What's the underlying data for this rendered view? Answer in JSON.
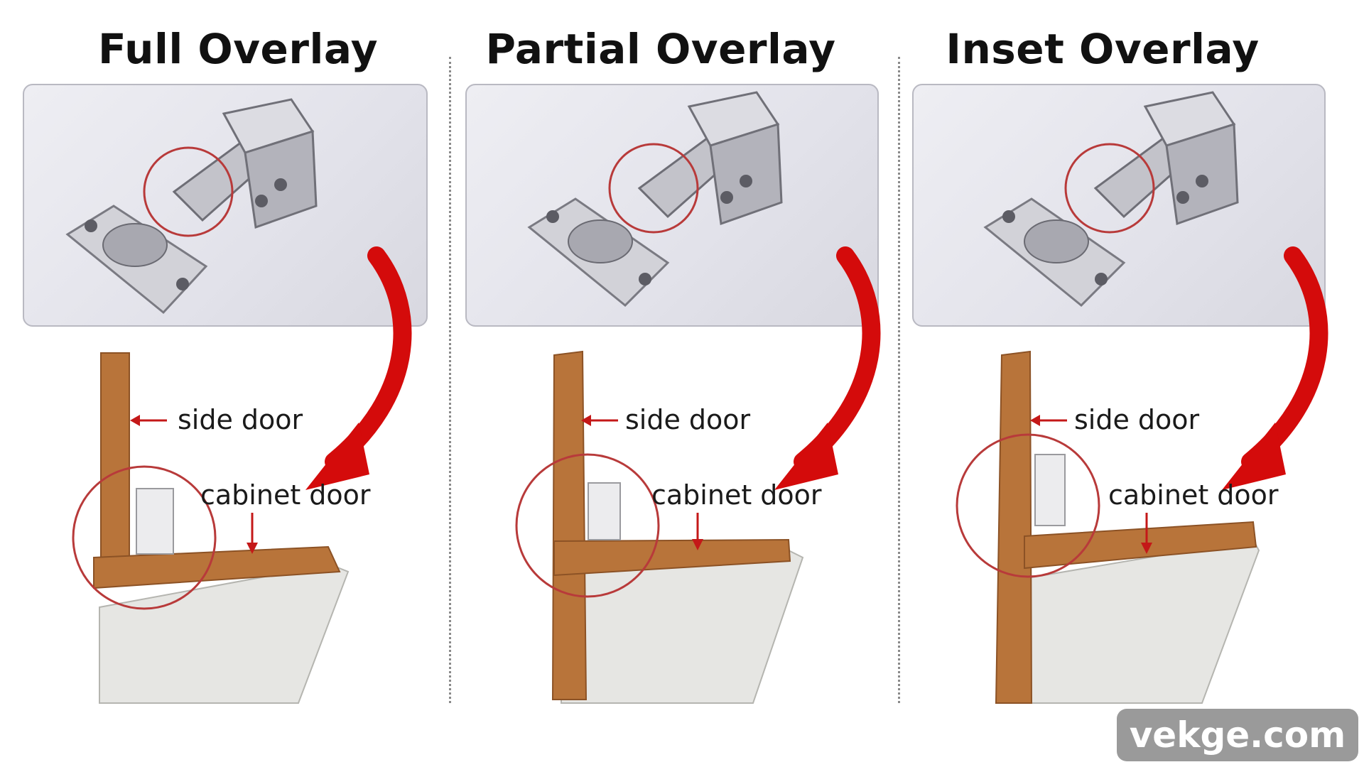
{
  "panels": [
    {
      "title": "Full Overlay",
      "side_label": "side door",
      "cabinet_label": "cabinet door"
    },
    {
      "title": "Partial Overlay",
      "side_label": "side door",
      "cabinet_label": "cabinet door"
    },
    {
      "title": "Inset Overlay",
      "side_label": "side door",
      "cabinet_label": "cabinet door"
    }
  ],
  "watermark": "vekge.com",
  "colors": {
    "arrow": "#d40b0b",
    "circle": "#b83a3a",
    "wood": "#b8743a",
    "wood_dark": "#8c5225",
    "door_face": "#e6e6e3",
    "metal": "#c9c9cf"
  }
}
